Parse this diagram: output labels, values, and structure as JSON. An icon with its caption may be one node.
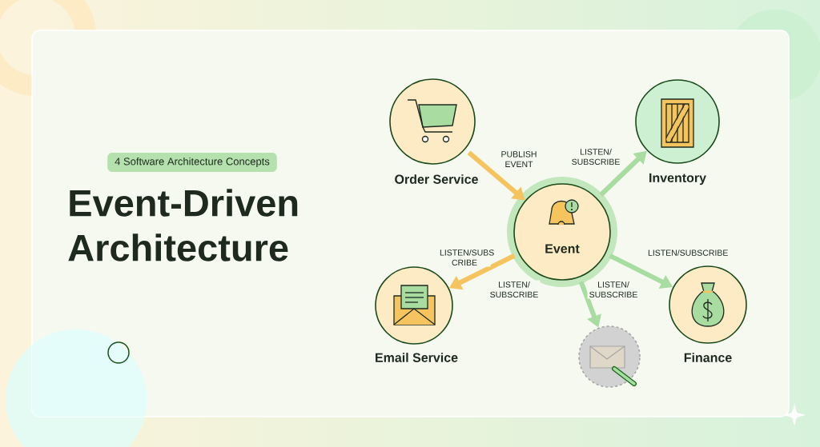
{
  "diagram": {
    "title": "Event-Driven Architecture",
    "nodes": [
      {
        "text": [
          "4 Software Architecture Concepts"
        ]
      },
      {
        "text": [
          "Order Service"
        ]
      },
      {
        "text": [
          "Inventory"
        ]
      },
      {
        "text": [
          "Event"
        ]
      },
      {
        "text": [
          "Email Service"
        ]
      },
      {
        "text": [],
        "shape": "circle"
      },
      {
        "text": [
          "Finance"
        ]
      }
    ],
    "edges": [
      {
        "from": 1,
        "to": 3,
        "arrow": "to",
        "label": "PUBLISH EVENT",
        "color": "#f5c45e"
      },
      {
        "from": 3,
        "to": 2,
        "arrow": "to",
        "label": "LISTEN/ SUBSCRIBE"
      },
      {
        "from": 3,
        "to": 4,
        "arrow": "to",
        "label": "LISTEN/SUBS CRIBE",
        "color": "#f5c45e"
      },
      {
        "from": 3,
        "to": 5,
        "arrow": "to",
        "label": "LISTEN/ SUBSCRIBE"
      },
      {
        "from": 3,
        "to": 6,
        "arrow": "to",
        "label": "LISTEN/SUBSCRIBE"
      }
    ],
    "labels": [
      "LISTEN/ SUBSCRIBE"
    ]
  }
}
